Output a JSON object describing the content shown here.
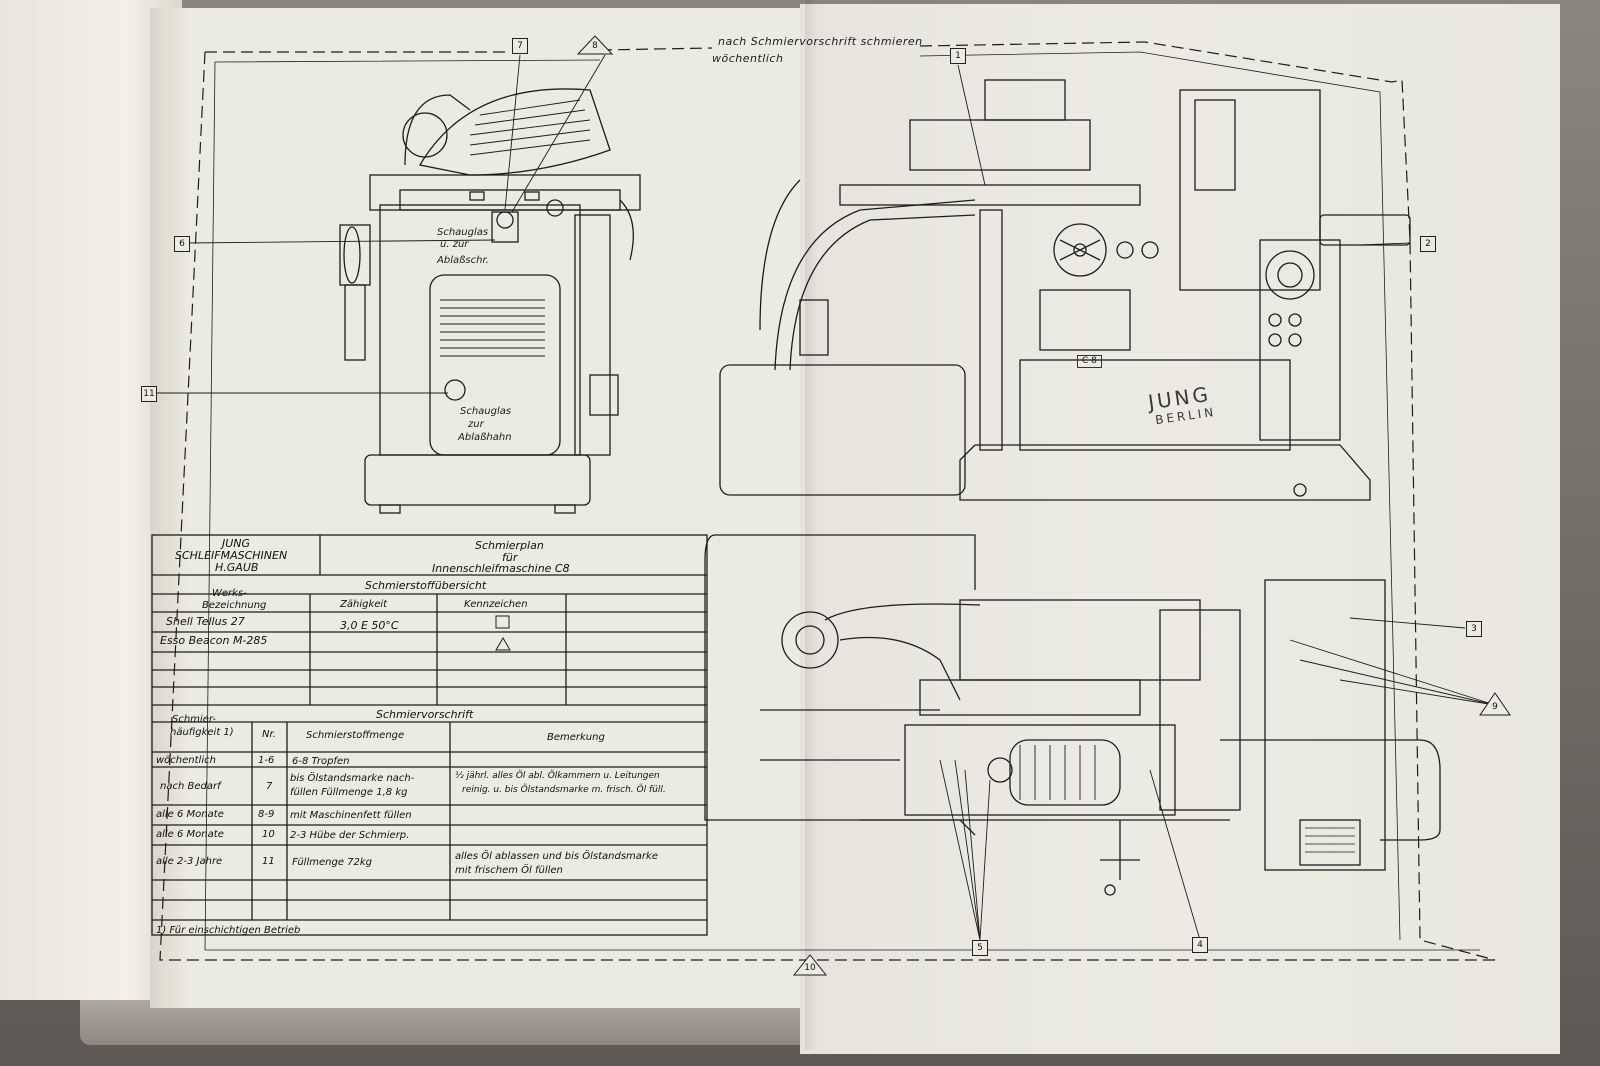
{
  "top_note": {
    "line1": "nach Schmiervorschrift schmieren",
    "line2": "wöchentlich"
  },
  "callouts": {
    "n1": "1",
    "n2": "2",
    "n3": "3",
    "n4": "4",
    "n5": "5",
    "n6": "6",
    "n7": "7",
    "n8": "8",
    "n9": "9",
    "n10": "10",
    "n11": "11"
  },
  "machine_labels": {
    "sightglass_top": "Schauglas",
    "sightglass_top_2": "u. zur",
    "sightglass_top_3": "Ablaßschr.",
    "sightglass_bottom": "Schauglas",
    "sightglass_bottom_2": "zur",
    "sightglass_bottom_3": "Ablaßhahn",
    "brand": "JUNG",
    "brand_city": "BERLIN",
    "model_plate": "C 8"
  },
  "title_block": {
    "company_line1": "JUNG",
    "company_line2": "SCHLEIFMASCHINEN",
    "company_line3": "H.GAUB",
    "plan_line1": "Schmierplan",
    "plan_line2": "für",
    "plan_line3": "Innenschleifmaschine C8"
  },
  "lubricant_overview": {
    "title": "Schmierstoffübersicht",
    "headers": [
      "Werks-\nBezeichnung",
      "Zähigkeit",
      "Kennzeichen"
    ],
    "header_col1_line1": "Werks-",
    "header_col1_line2": "Bezeichnung",
    "header_col2": "Zähigkeit",
    "header_col3": "Kennzeichen",
    "rows": [
      {
        "name": "Shell Tellus 27",
        "viscosity": "3,0 E 50°C",
        "symbol": "square"
      },
      {
        "name": "Esso Beacon M-285",
        "viscosity": "",
        "symbol": "triangle"
      }
    ]
  },
  "lubrication_schedule": {
    "title": "Schmiervorschrift",
    "header_freq_line1": "Schmier-",
    "header_freq_line2": "häufigkeit 1)",
    "header_nr": "Nr.",
    "header_amount": "Schmierstoffmenge",
    "header_remark": "Bemerkung",
    "rows": [
      {
        "freq": "wöchentlich",
        "nr": "1-6",
        "amount": "6-8 Tropfen",
        "amount2": "",
        "remark": "",
        "remark2": ""
      },
      {
        "freq": "nach Bedarf",
        "nr": "7",
        "amount": "bis Ölstandsmarke nach-",
        "amount2": "füllen Füllmenge 1,8 kg",
        "remark": "½ jährl. alles Öl abl. Ölkammern u. Leitungen",
        "remark2": "reinig. u. bis Ölstandsmarke m. frisch. Öl füll."
      },
      {
        "freq": "alle 6 Monate",
        "nr": "8-9",
        "amount": "mit Maschinenfett füllen",
        "amount2": "",
        "remark": "",
        "remark2": ""
      },
      {
        "freq": "alle 6 Monate",
        "nr": "10",
        "amount": "2-3 Hübe der Schmierp.",
        "amount2": "",
        "remark": "",
        "remark2": ""
      },
      {
        "freq": "alle 2-3 Jahre",
        "nr": "11",
        "amount": "Füllmenge 72kg",
        "amount2": "",
        "remark": "alles Öl ablassen und bis Ölstandsmarke",
        "remark2": "mit frischem Öl füllen"
      }
    ],
    "footnote": "1) Für einschichtigen Betrieb"
  },
  "colors": {
    "paper": "#ecebe2",
    "ink": "#1b1b1b",
    "cover": "#6b6661"
  }
}
